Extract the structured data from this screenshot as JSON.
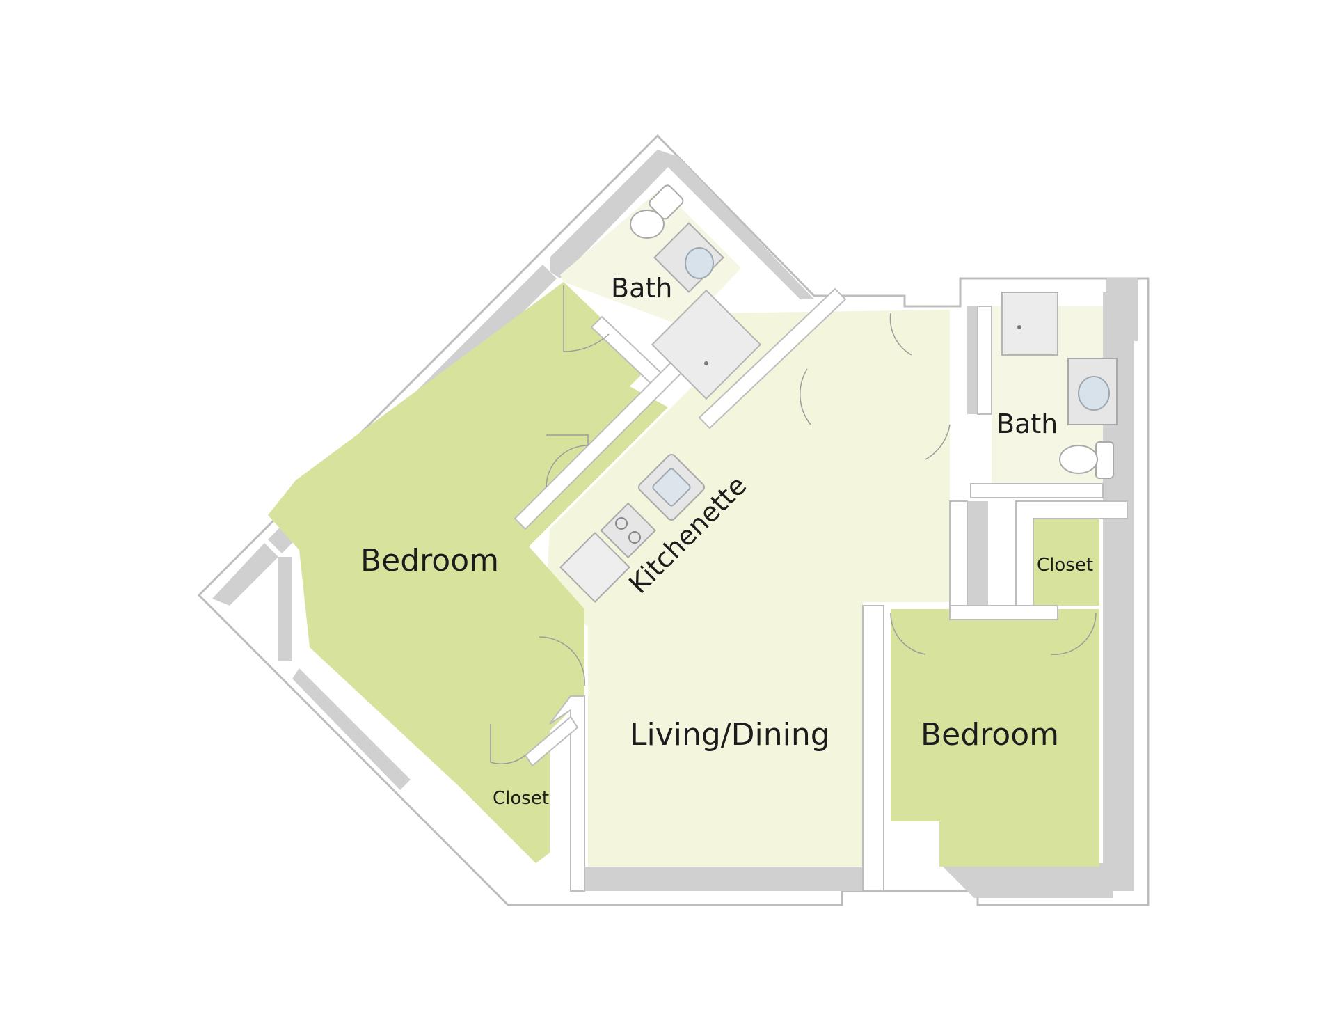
{
  "floorplan": {
    "colors": {
      "bedroom": "#d7e29d",
      "living": "#f3f5dc",
      "bath": "#f5f6e3",
      "closet": "#d7e29d",
      "wall": "#ffffff",
      "wall_outline": "#c9c9c9",
      "wall_shadow": "#cfcfcf"
    },
    "rooms": {
      "bath_upper": {
        "label": "Bath"
      },
      "bedroom_left": {
        "label": "Bedroom"
      },
      "kitchenette": {
        "label": "Kitchenette"
      },
      "living_dining": {
        "label": "Living/Dining"
      },
      "bath_right": {
        "label": "Bath"
      },
      "closet_right": {
        "label": "Closet"
      },
      "bedroom_right": {
        "label": "Bedroom"
      },
      "closet_left": {
        "label": "Closet"
      }
    },
    "fixtures": [
      "toilet-icon",
      "sink-icon",
      "shower-icon",
      "stove-icon",
      "kitchen-sink-icon",
      "refrigerator-icon",
      "door-swing-icon"
    ]
  }
}
